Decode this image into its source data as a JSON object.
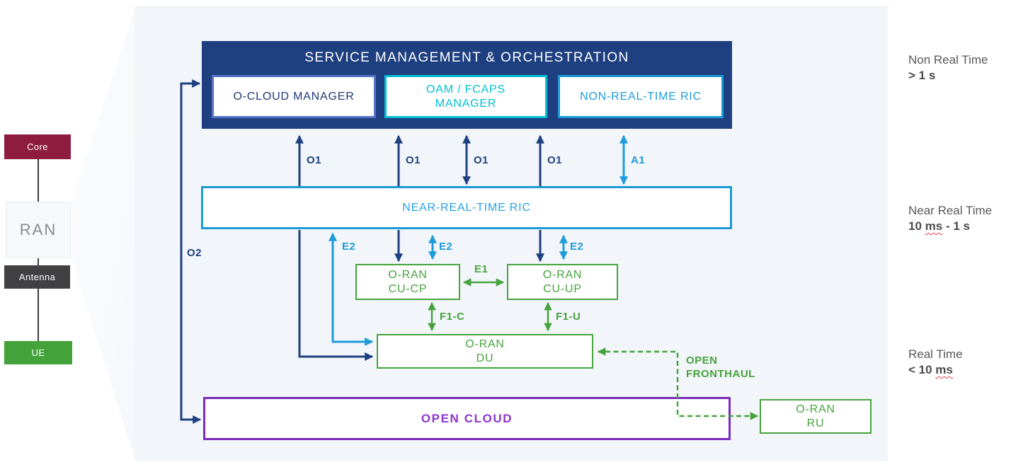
{
  "palette": {
    "navy": "#1f4080",
    "light_blue": "#1e9cdb",
    "cyan": "#00c0d4",
    "green": "#47a33e",
    "purple_border": "#7c2bbc",
    "purple_text": "#8b35cb",
    "core_maroon": "#8e1c3e",
    "antenna_gray": "#414042",
    "ue_green": "#43a33a",
    "panel_bg": "#f2f5f9"
  },
  "network_stack": {
    "core": "Core",
    "ran": "RAN",
    "antenna": "Antenna",
    "ue": "UE"
  },
  "smo": {
    "title": "SERVICE MANAGEMENT & ORCHESTRATION",
    "o_cloud_manager": "O-CLOUD MANAGER",
    "oam_fcaps_line1": "OAM / FCAPS",
    "oam_fcaps_line2": "MANAGER",
    "non_rt_ric": "NON-REAL-TIME RIC"
  },
  "blocks": {
    "near_rt_ric": "NEAR-REAL-TIME RIC",
    "cu_cp_line1": "O-RAN",
    "cu_cp_line2": "CU-CP",
    "cu_up_line1": "O-RAN",
    "cu_up_line2": "CU-UP",
    "du_line1": "O-RAN",
    "du_line2": "DU",
    "open_cloud": "OPEN CLOUD",
    "ru_line1": "O-RAN",
    "ru_line2": "RU"
  },
  "interfaces": {
    "o1": "O1",
    "o2": "O2",
    "a1": "A1",
    "e1": "E1",
    "e2": "E2",
    "f1_c": "F1-C",
    "f1_u": "F1-U",
    "open_fronthaul_line1": "OPEN",
    "open_fronthaul_line2": "FRONTHAUL"
  },
  "timing": [
    {
      "line1": "Non Real Time",
      "line2_pre": "> 1 s",
      "line2_wavy": "",
      "line2_post": ""
    },
    {
      "line1": "Near Real Time",
      "line2_pre": "10 ",
      "line2_wavy": "ms",
      "line2_post": " - 1 s"
    },
    {
      "line1": "Real Time",
      "line2_pre": "< 10 ",
      "line2_wavy": "ms",
      "line2_post": ""
    }
  ]
}
